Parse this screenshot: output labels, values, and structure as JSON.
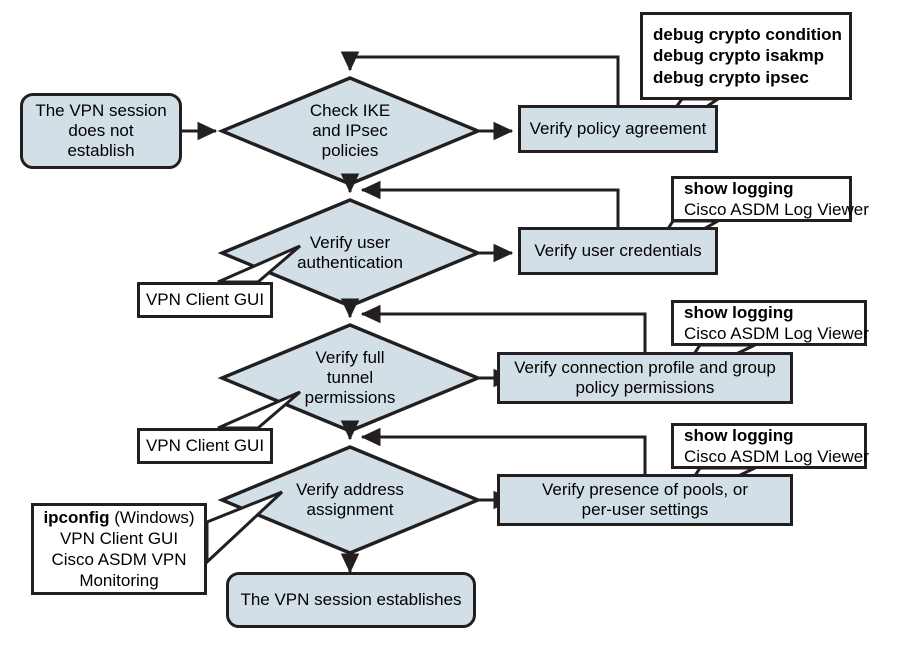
{
  "diagram": {
    "title": "VPN session troubleshooting flowchart",
    "colors": {
      "node_fill": "#d3dfe6",
      "stroke": "#231f20",
      "callout_fill": "#ffffff",
      "background": "#ffffff"
    }
  },
  "nodes": {
    "start": {
      "label": "The VPN session\ndoes not\nestablish",
      "shape": "terminator"
    },
    "end": {
      "label": "The VPN session establishes",
      "shape": "terminator"
    },
    "decision1": {
      "label": "Check IKE\nand IPsec\npolicies",
      "shape": "diamond"
    },
    "decision2": {
      "label": "Verify user\nauthentication",
      "shape": "diamond"
    },
    "decision3": {
      "label": "Verify full\ntunnel\npermissions",
      "shape": "diamond"
    },
    "decision4": {
      "label": "Verify address\nassignment",
      "shape": "diamond"
    },
    "action1": {
      "label": "Verify policy agreement",
      "shape": "process"
    },
    "action2": {
      "label": "Verify user credentials",
      "shape": "process"
    },
    "action3": {
      "label": "Verify connection profile and group\npolicy permissions",
      "shape": "process"
    },
    "action4": {
      "label": "Verify presence of pools, or\nper-user settings",
      "shape": "process"
    }
  },
  "callouts": {
    "debug_commands": {
      "lines": [
        {
          "text": "debug crypto condition",
          "bold": true
        },
        {
          "text": "debug crypto isakmp",
          "bold": true
        },
        {
          "text": "debug crypto ipsec",
          "bold": true
        }
      ]
    },
    "logging1": {
      "lines": [
        {
          "text": "show logging",
          "bold": true
        },
        {
          "text": "Cisco ASDM Log Viewer",
          "bold": false
        }
      ]
    },
    "logging2": {
      "lines": [
        {
          "text": "show logging",
          "bold": true
        },
        {
          "text": "Cisco ASDM Log Viewer",
          "bold": false
        }
      ]
    },
    "logging3": {
      "lines": [
        {
          "text": "show logging",
          "bold": true
        },
        {
          "text": "Cisco ASDM Log Viewer",
          "bold": false
        }
      ]
    },
    "vpn_gui1": {
      "lines": [
        {
          "text": "VPN Client GUI",
          "bold": false
        }
      ]
    },
    "vpn_gui2": {
      "lines": [
        {
          "text": "VPN Client GUI",
          "bold": false
        }
      ]
    },
    "ipconfig_tools": {
      "lines": [
        {
          "text": "ipconfig (Windows)",
          "bold": false,
          "bold_prefix": "ipconfig",
          "rest": " (Windows)"
        },
        {
          "text": "VPN Client GUI",
          "bold": false
        },
        {
          "text": "Cisco ASDM VPN",
          "bold": false
        },
        {
          "text": "Monitoring",
          "bold": false
        }
      ]
    }
  },
  "connections": [
    {
      "from": "start",
      "to": "decision1",
      "kind": "arrow-right"
    },
    {
      "from": "decision1",
      "to": "action1",
      "kind": "arrow-right"
    },
    {
      "from": "action1",
      "to": "decision1",
      "kind": "feedback-loop-top"
    },
    {
      "from": "action1",
      "to": "decision2",
      "kind": "feedback-left"
    },
    {
      "from": "decision1",
      "to": "decision2",
      "kind": "arrow-down"
    },
    {
      "from": "decision2",
      "to": "action2",
      "kind": "arrow-right"
    },
    {
      "from": "action2",
      "to": "decision3",
      "kind": "feedback-left"
    },
    {
      "from": "decision2",
      "to": "decision3",
      "kind": "arrow-down"
    },
    {
      "from": "decision3",
      "to": "action3",
      "kind": "arrow-right"
    },
    {
      "from": "action3",
      "to": "decision4",
      "kind": "feedback-left"
    },
    {
      "from": "decision3",
      "to": "decision4",
      "kind": "arrow-down"
    },
    {
      "from": "decision4",
      "to": "action4",
      "kind": "arrow-right"
    },
    {
      "from": "decision4",
      "to": "end",
      "kind": "arrow-down"
    }
  ]
}
